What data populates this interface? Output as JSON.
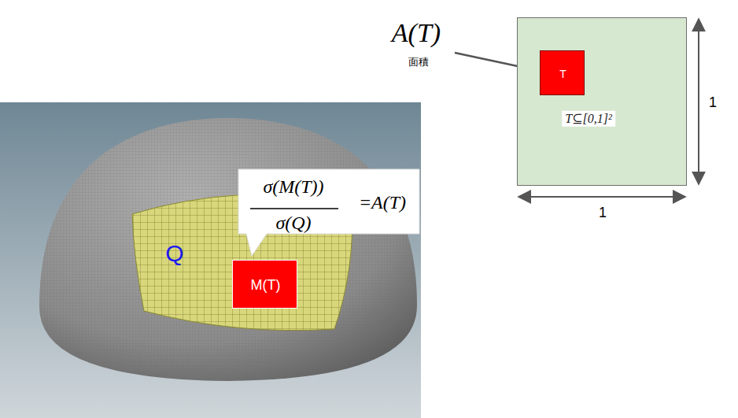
{
  "diagram": {
    "nodes": [
      {
        "text": [
          "T⊆[0,1]²"
        ]
      },
      {
        "text": [
          "T"
        ],
        "in": 0
      },
      {
        "text": [
          "Q"
        ]
      },
      {
        "text": [
          "M(T)"
        ],
        "in": 2
      },
      {
        "text": [
          "σ(M(T))",
          "σ(Q)",
          "=A(T)"
        ]
      }
    ],
    "labels": [
      "A(T)",
      "面積",
      "1",
      "1"
    ]
  }
}
